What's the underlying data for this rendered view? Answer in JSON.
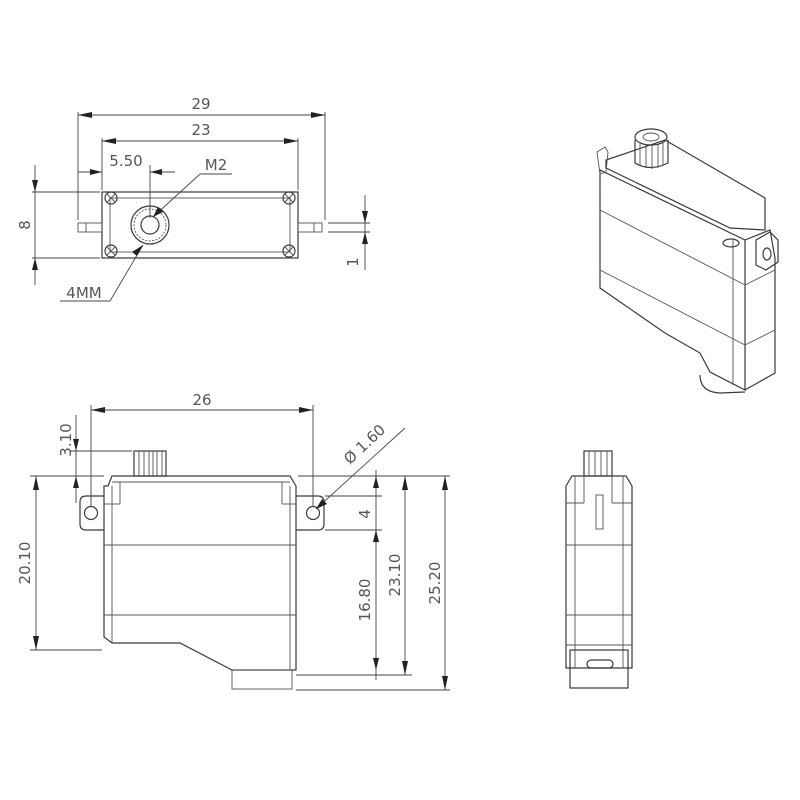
{
  "drawing": {
    "subject": "Micro servo dimensional drawing",
    "views": [
      "top",
      "front",
      "side",
      "isometric"
    ]
  },
  "top_view": {
    "dimensions": {
      "overall_length": "29",
      "body_length": "23",
      "shaft_offset": "5.50",
      "width": "8",
      "tab_thickness": "1"
    },
    "callouts": {
      "thread": "M2",
      "spline": "4MM"
    }
  },
  "front_view": {
    "dimensions": {
      "hole_spacing": "26",
      "spline_height": "3.10",
      "hole_diameter": "Ø 1.60",
      "tab_to_top": "4",
      "body_height": "20.10",
      "tab_to_bottom": "16.80",
      "height_no_base": "23.10",
      "total_height": "25.20"
    }
  }
}
